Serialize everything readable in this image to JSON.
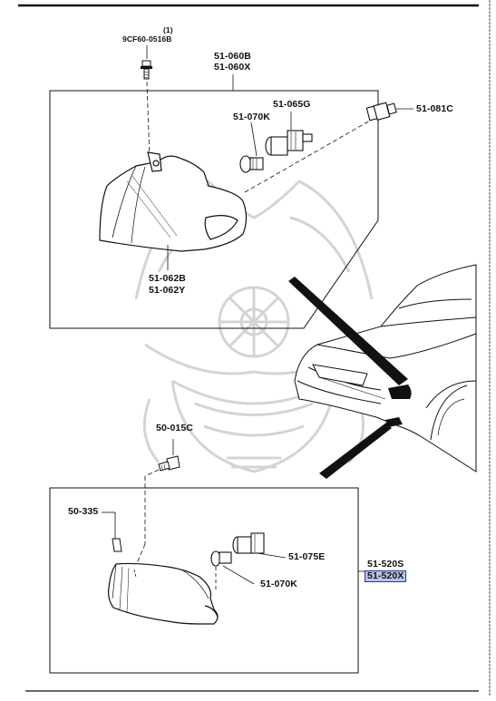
{
  "diagram": {
    "qty_note": "(1)",
    "labels": {
      "bolt_upper": "9CF60-0516B",
      "front_combo_lamp": [
        "51-060B",
        "51-060X"
      ],
      "socket_upper": "51-065G",
      "bulb_upper": "51-070K",
      "side_socket": "51-081C",
      "lens_upper": [
        "51-062B",
        "51-062Y"
      ],
      "screw_lower": "50-015C",
      "clip_lower": "50-335",
      "socket_lower": "51-075E",
      "bulb_lower": "51-070K",
      "fog_lamp": [
        "51-520S",
        "51-520X"
      ]
    },
    "highlighted": "51-520X",
    "colors": {
      "line": "#111111",
      "highlight_fill": "#b8c3ea",
      "highlight_border": "#2a3a8a",
      "watermark": "#d4d4d4"
    }
  }
}
